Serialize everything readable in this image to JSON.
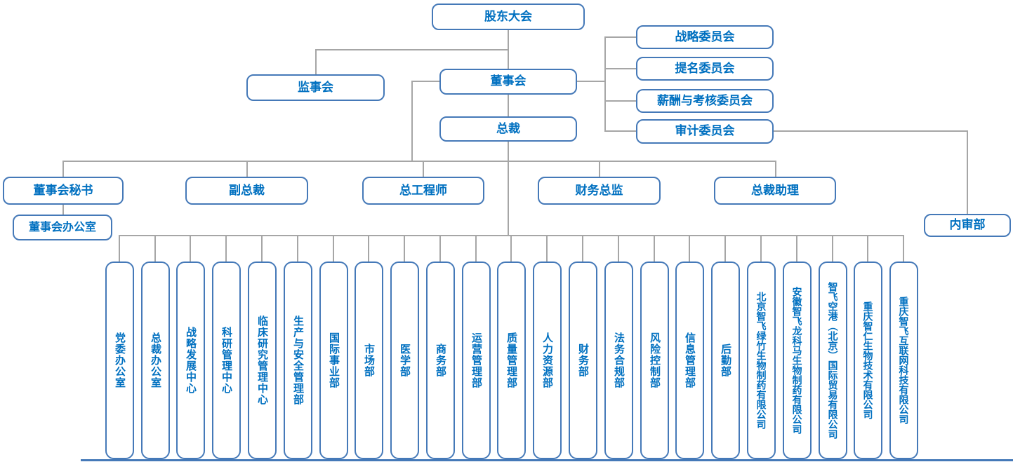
{
  "org": {
    "shareholders_meeting": "股东大会",
    "supervisory_board": "监事会",
    "board_of_directors": "董事会",
    "president": "总裁",
    "committees": [
      "战略委员会",
      "提名委员会",
      "薪酬与考核委员会",
      "审计委员会"
    ],
    "executives": [
      "董事会秘书",
      "副总裁",
      "总工程师",
      "财务总监",
      "总裁助理"
    ],
    "board_office": "董事会办公室",
    "internal_audit_dept": "内审部",
    "departments": [
      "党委办公室",
      "总裁办公室",
      "战略发展中心",
      "科研管理中心",
      "临床研究管理中心",
      "生产与安全管理部",
      "国际事业部",
      "市场部",
      "医学部",
      "商务部",
      "运营管理部",
      "质量管理部",
      "人力资源部",
      "财务部",
      "法务合规部",
      "风险控制部",
      "信息管理部",
      "后勤部",
      "北京智飞绿竹生物制药有限公司",
      "安徽智飞龙科马生物制药有限公司",
      "智飞空港（北京）国际贸易有限公司",
      "重庆智仁生物技术有限公司",
      "重庆智飞互联网科技有限公司"
    ],
    "colors": {
      "box_border": "#4579b8",
      "box_text": "#0070c0",
      "connector": "#a6a6a6",
      "bottom_rule": "#4579b8"
    }
  }
}
